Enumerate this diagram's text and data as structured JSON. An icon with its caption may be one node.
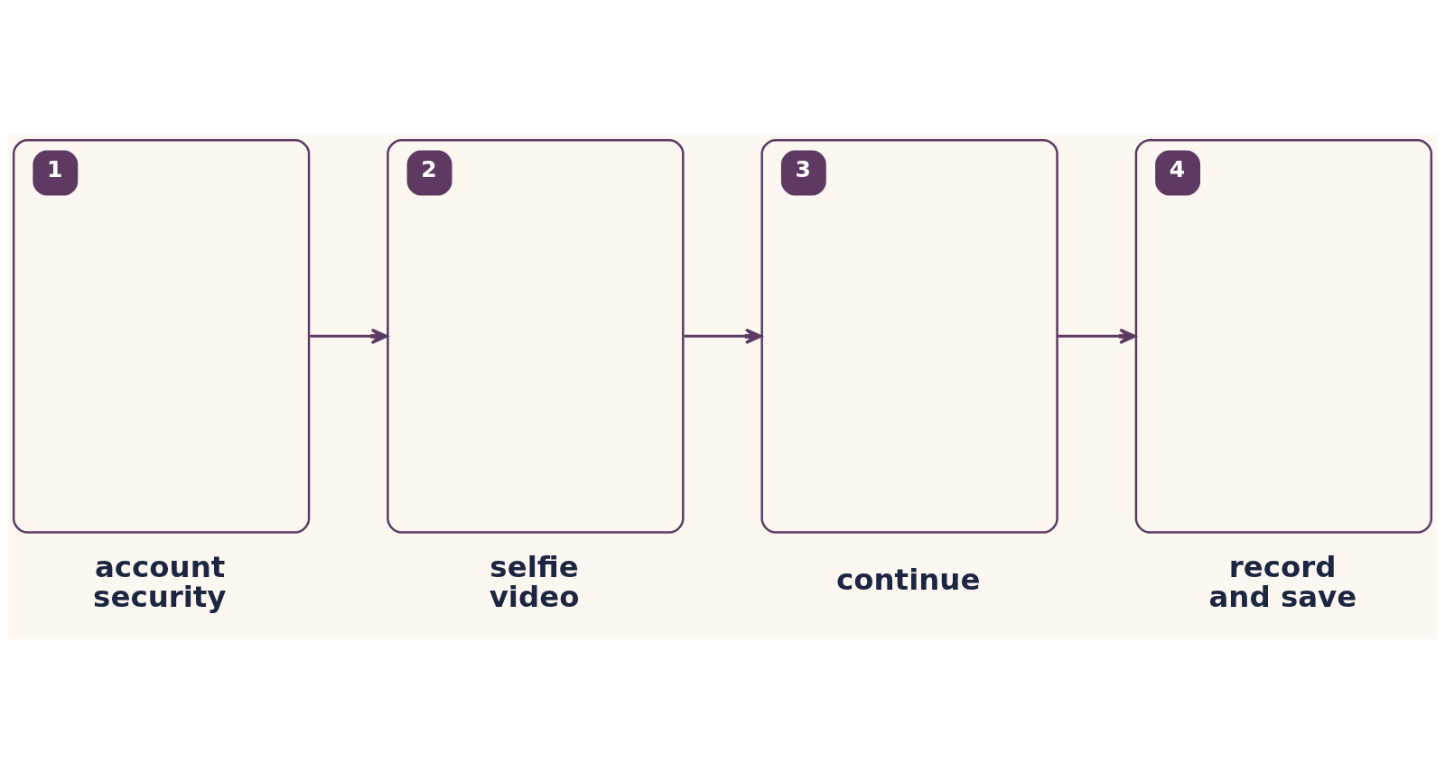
{
  "diagram": {
    "nodes": [
      {
        "text": [
          "1",
          "account security"
        ]
      },
      {
        "text": [
          "2",
          "selfie video"
        ]
      },
      {
        "text": [
          "3",
          "continue"
        ]
      },
      {
        "text": [
          "4",
          "record and save"
        ]
      }
    ],
    "edges": [
      {
        "from": 0,
        "to": 1,
        "arrow": "to"
      },
      {
        "from": 1,
        "to": 2,
        "arrow": "to"
      },
      {
        "from": 2,
        "to": 3,
        "arrow": "to"
      }
    ]
  }
}
